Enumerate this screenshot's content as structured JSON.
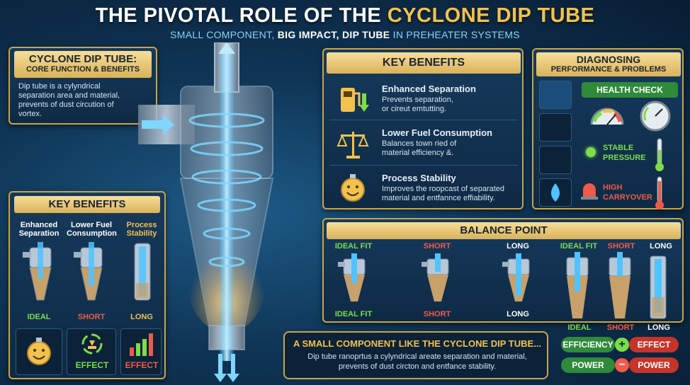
{
  "header": {
    "title_prefix": "THE PIVOTAL ROLE OF THE ",
    "title_highlight": "CYCLONE DIP TUBE",
    "subtitle_part1": "SMALL COMPONENT, ",
    "subtitle_bold1": "BIG IMPACT, DIP TUBE",
    "subtitle_part2": " IN PREHEATER SYSTEMS"
  },
  "core_panel": {
    "heading_line1": "CYCLONE DIP TUBE:",
    "heading_line2": "CORE FUNCTION & BENEFITS",
    "body": "Dip tube is a cylyndrical separation area and material, prevents of dust circution of vortex."
  },
  "key_benefits_left": {
    "heading": "KEY BENEFITS",
    "columns": [
      {
        "title": "Enhanced Separation",
        "state": "IDEAL",
        "icon_label": ""
      },
      {
        "title": "Lower Fuel Consumption",
        "state": "SHORT",
        "icon_label": "EFFECT"
      },
      {
        "title": "Process Stability",
        "state": "LONG",
        "icon_label": "EFFECT"
      }
    ]
  },
  "key_benefits_top": {
    "heading": "KEY BENEFITS",
    "items": [
      {
        "title": "Enhanced Separation",
        "desc_line1": "Prevents separation,",
        "desc_line2": "or cireut emtutting.",
        "icon": "fuel-pump-icon"
      },
      {
        "title": "Lower Fuel Consumption",
        "desc_line1": "Balances town ried of",
        "desc_line2": "material efficiency &.",
        "icon": "balance-scale-icon"
      },
      {
        "title": "Process Stability",
        "desc_line1": "Improves the roopcast of separated",
        "desc_line2": "material and entfannce effiability.",
        "icon": "smiley-icon"
      }
    ]
  },
  "diagnosing": {
    "heading_line1": "DIAGNOSING",
    "heading_line2": "PERFORMANCE & PROBLEMS",
    "health_check": "HEALTH CHECK",
    "stable_line1": "STABLE",
    "stable_line2": "PRESSURE",
    "high_line1": "HIGH",
    "high_line2": "CARRYOVER"
  },
  "balance_point": {
    "heading": "BALANCE POINT",
    "top_labels": [
      "IDEAL FIT",
      "SHORT",
      "LONG"
    ],
    "bottom_labels": [
      "IDEAL FIT",
      "SHORT",
      "LONG"
    ],
    "right_top_labels": [
      "IDEAL FIT",
      "SHORT",
      "LONG"
    ],
    "right_bottom_labels": [
      "IDEAL",
      "SHORT",
      "LONG"
    ]
  },
  "summary": {
    "heading": "A SMALL COMPONENT LIKE THE CYCLONE DIP TUBE...",
    "line1": "Dip tube ranoprtus a cylyndrical areate separation and material,",
    "line2": "prevents of dust circton and entfance stability."
  },
  "pills": {
    "efficiency": "EFFICIENCY",
    "effect": "EFFECT",
    "power_left": "POWER",
    "power_right": "POWER",
    "plus": "+",
    "minus": "−"
  },
  "colors": {
    "gold": "#d9b25a",
    "panel": "#0e2a45",
    "green": "#7ddc4a",
    "red": "#f05a4a",
    "blue_glow": "#4fc3ff"
  }
}
